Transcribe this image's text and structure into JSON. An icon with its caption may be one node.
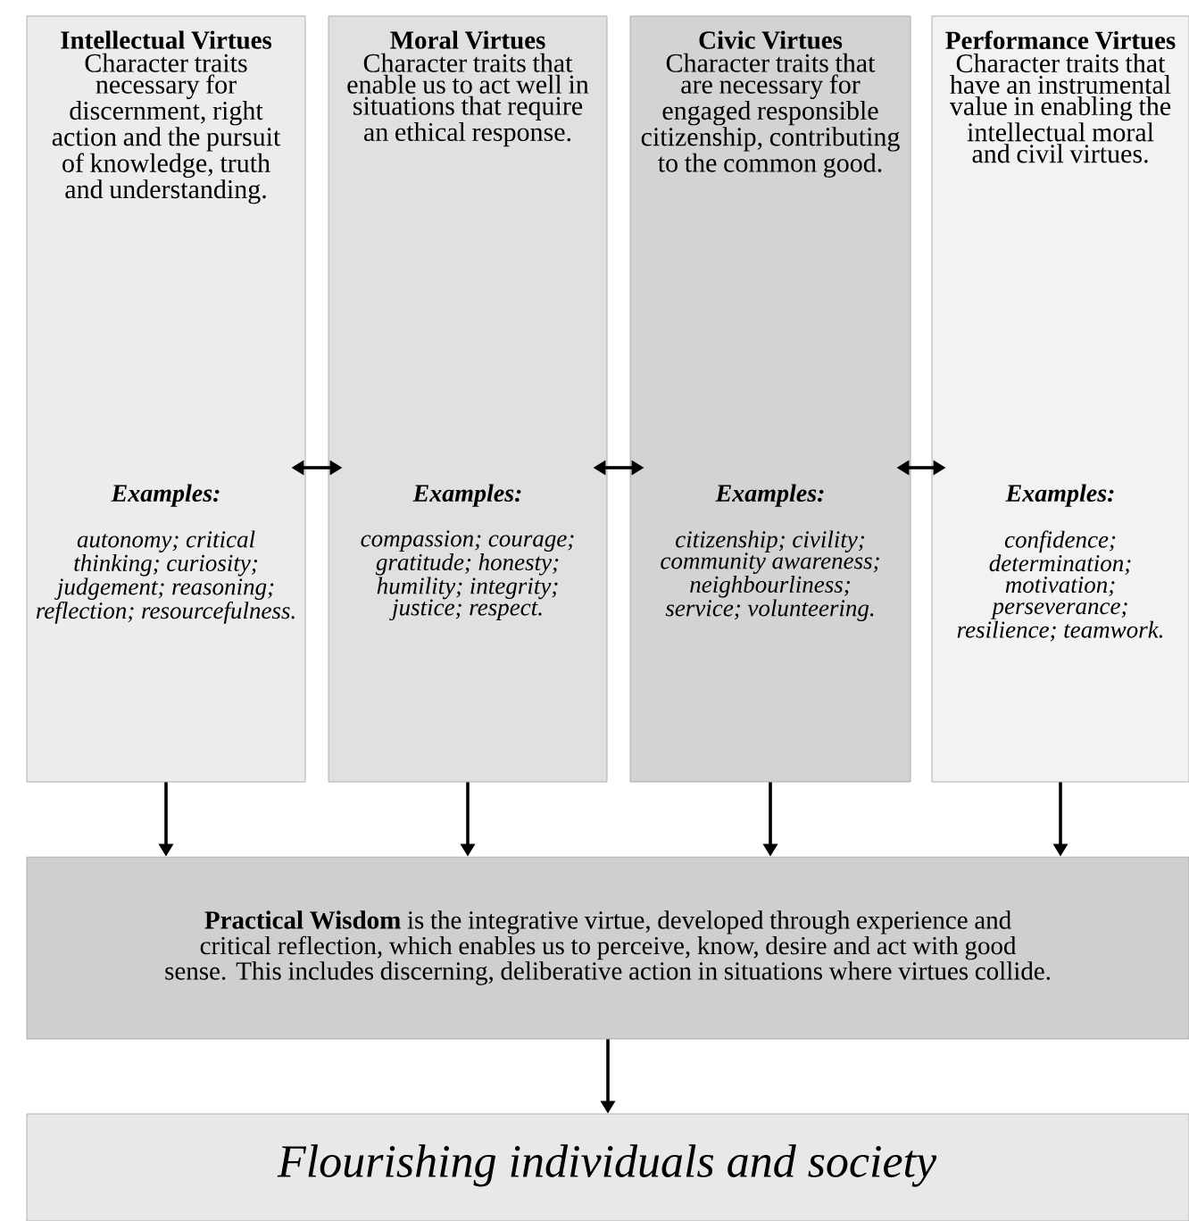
{
  "diagram": {
    "nodes": [
      {
        "text": [
          "Intellectual Virtues",
          "Character traits necessary for discernment, right action and the pursuit of knowledge, truth and understanding.",
          "Examples:",
          "autonomy; critical thinking; curiosity; judgement; reasoning; reflection; resourcefulness."
        ]
      },
      {
        "text": [
          "Moral Virtues",
          "Character traits that enable us to act well in situations that require an ethical response.",
          "Examples:",
          "compassion; courage; gratitude; honesty; humility; integrity; justice; respect."
        ]
      },
      {
        "text": [
          "Civic Virtues",
          "Character traits that are necessary for engaged responsible citizenship, contributing to the common good.",
          "Examples:",
          "citizenship; civility; community awareness; neighbourliness; service; volunteering."
        ]
      },
      {
        "text": [
          "Performance Virtues",
          "Character traits that have an instrumental value in enabling the intellectual moral and civil virtues.",
          "Examples:",
          "confidence; determination; motivation; perseverance; resilience; teamwork."
        ]
      },
      {
        "text": [
          "**Practical Wisdom** is the integrative virtue, developed through experience and critical reflection, which enables us to perceive, know, desire and act with good sense. This includes discerning, deliberative action in situations where virtues collide."
        ]
      },
      {
        "text": [
          "Flourishing individuals and society"
        ]
      }
    ],
    "edges": [
      {
        "from": 0,
        "to": 1,
        "arrow": "both"
      },
      {
        "from": 1,
        "to": 2,
        "arrow": "both"
      },
      {
        "from": 2,
        "to": 3,
        "arrow": "both"
      },
      {
        "from": 0,
        "to": 4,
        "arrow": "to"
      },
      {
        "from": 1,
        "to": 4,
        "arrow": "to"
      },
      {
        "from": 2,
        "to": 4,
        "arrow": "to"
      },
      {
        "from": 3,
        "to": 4,
        "arrow": "to"
      },
      {
        "from": 4,
        "to": 5,
        "arrow": "to"
      }
    ]
  }
}
